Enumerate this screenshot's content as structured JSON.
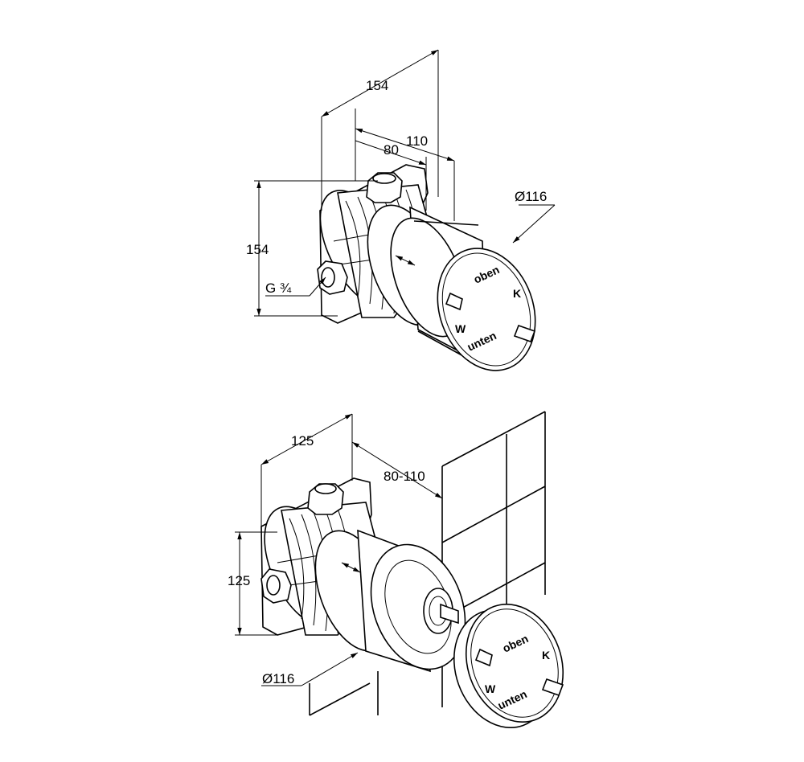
{
  "top_view": {
    "dim_depth_total": "154",
    "dim_depth_110": "110",
    "dim_depth_80": "80",
    "dim_diameter": "Ø116",
    "dim_height": "154",
    "thread_label": "G ¾",
    "cap_labels": {
      "top": "oben",
      "right": "K",
      "left": "W",
      "bottom": "unten"
    }
  },
  "bottom_view": {
    "dim_depth": "125",
    "dim_range": "80-110",
    "dim_height": "125",
    "dim_diameter": "Ø116",
    "cap_labels": {
      "top": "oben",
      "right": "K",
      "left": "W",
      "bottom": "unten"
    }
  }
}
